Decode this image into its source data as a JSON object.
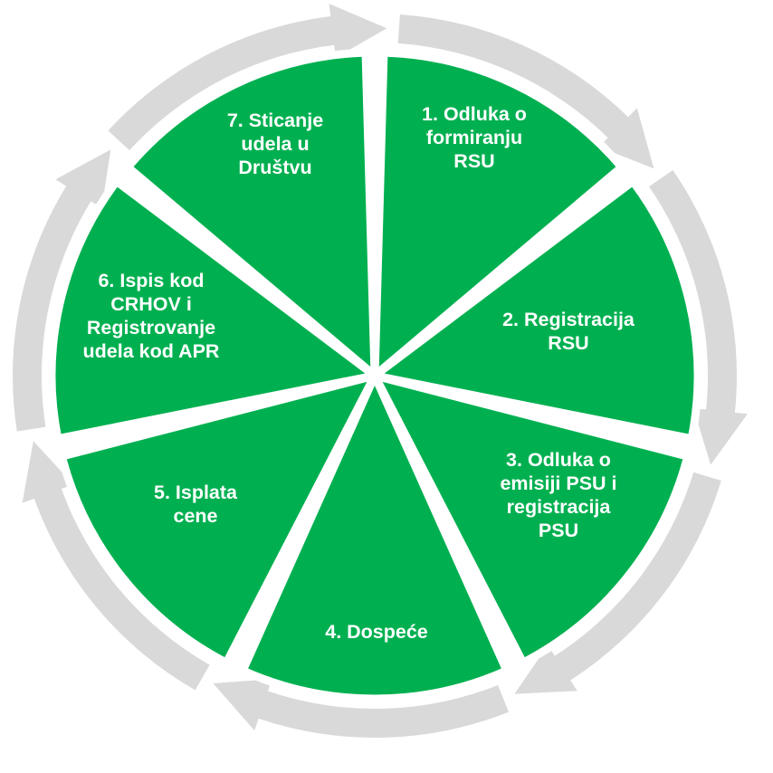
{
  "diagram": {
    "type": "cycle",
    "colors": {
      "segment_fill": "#00b050",
      "segment_gap": "#ffffff",
      "arrow_fill": "#d9d9d9",
      "label_text": "#ffffff"
    },
    "steps": [
      {
        "lines": [
          "1. Odluka o",
          "formiranju",
          "RSU"
        ]
      },
      {
        "lines": [
          "2. Registracija",
          "RSU"
        ]
      },
      {
        "lines": [
          "3. Odluka o",
          "emisiji PSU i",
          "registracija",
          "PSU"
        ]
      },
      {
        "lines": [
          "4. Dospeće"
        ]
      },
      {
        "lines": [
          "5. Isplata",
          "cene"
        ]
      },
      {
        "lines": [
          "6. Ispis kod",
          "CRHOV i",
          "Registrovanje",
          "udela kod APR"
        ]
      },
      {
        "lines": [
          "7. Sticanje",
          "udela u",
          "Društvu"
        ]
      }
    ]
  }
}
